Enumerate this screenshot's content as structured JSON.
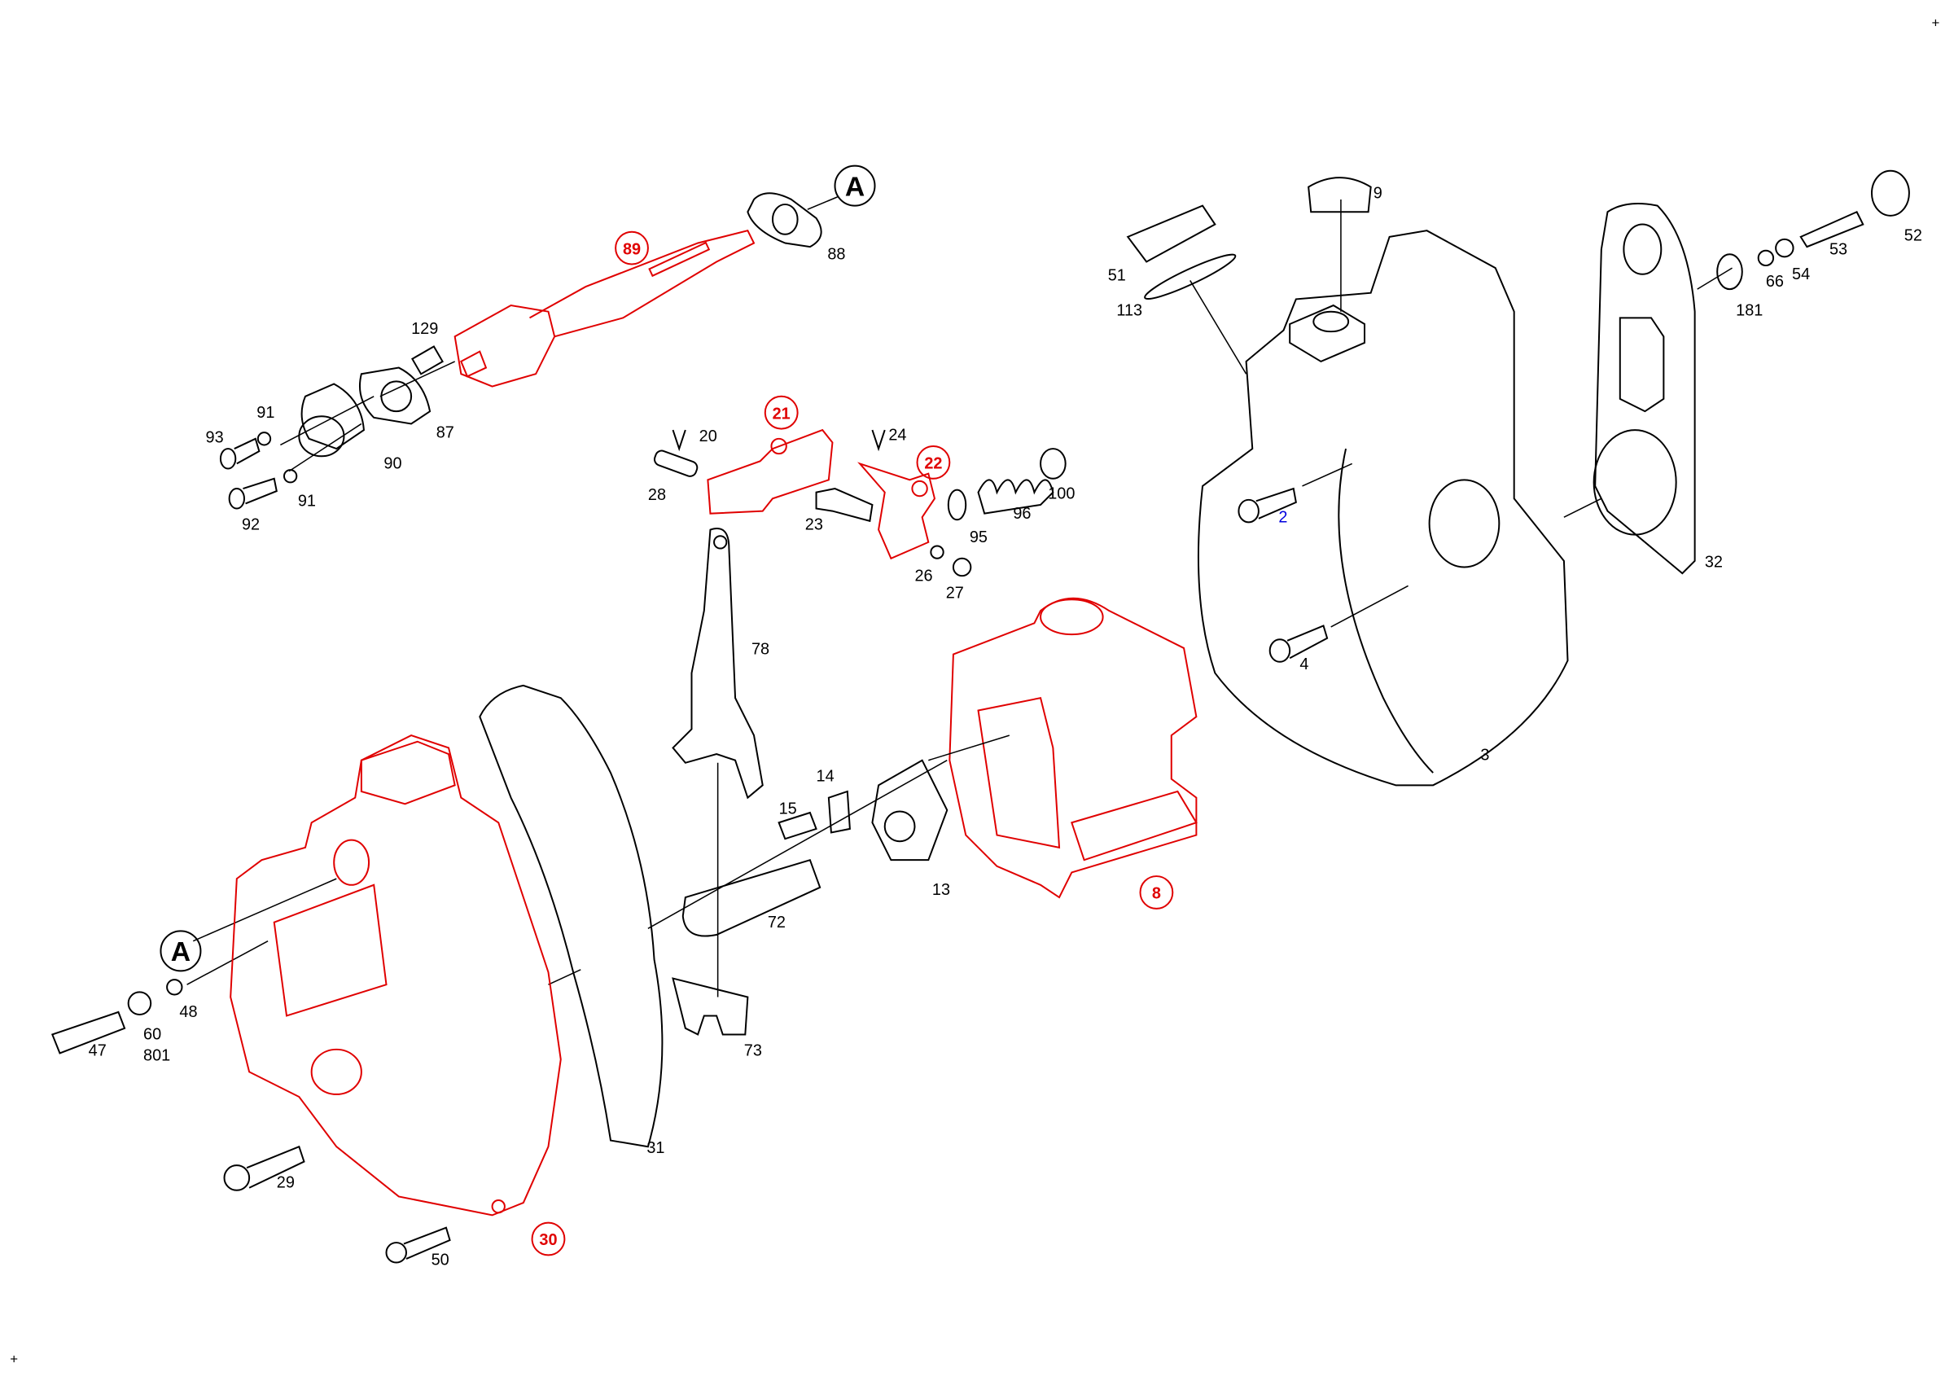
{
  "diagram": {
    "type": "exploded parts diagram",
    "reference_markers": [
      "A",
      "A"
    ],
    "corner_marks": [
      "+",
      "+"
    ],
    "highlighted_parts": [
      "89",
      "21",
      "22",
      "8",
      "30"
    ],
    "part_labels": {
      "p88": "88",
      "p129": "129",
      "p91a": "91",
      "p93": "93",
      "p87": "87",
      "p90": "90",
      "p92": "92",
      "p91b": "91",
      "p20": "20",
      "p24": "24",
      "p28": "28",
      "p23": "23",
      "p95": "95",
      "p96": "96",
      "p100": "100",
      "p26": "26",
      "p27": "27",
      "p78": "78",
      "p14": "14",
      "p15": "15",
      "p13": "13",
      "p72": "72",
      "p47": "47",
      "p60": "60",
      "p801": "801",
      "p48": "48",
      "p73": "73",
      "p31": "31",
      "p29": "29",
      "p50": "50",
      "p51": "51",
      "p113": "113",
      "p9": "9",
      "p52": "52",
      "p53": "53",
      "p54": "54",
      "p66": "66",
      "p181": "181",
      "p32": "32",
      "p4": "4",
      "p3": "3",
      "p2": "2"
    },
    "colors": {
      "highlight": "#e00000",
      "normal": "#000000",
      "link": "#0000dd"
    }
  }
}
